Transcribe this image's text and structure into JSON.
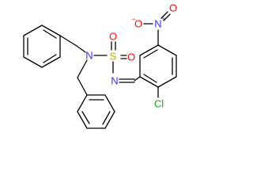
{
  "molecule": {
    "atoms": {
      "n_amine": "N",
      "s": "S",
      "o_upper": "O",
      "o_lower": "O",
      "n_imine": "N",
      "cl": "Cl",
      "n_nitro": "N",
      "n_nitro_charge": "+",
      "o_nitro_left": "O",
      "o_nitro_left_charge": "−",
      "o_nitro_right": "O"
    },
    "colors": {
      "carbon_bond": "#000000",
      "nitrogen": "#3333ff",
      "oxygen": "#ff0d0d",
      "sulfur": "#b3b300",
      "chlorine": "#1fa31f"
    }
  }
}
